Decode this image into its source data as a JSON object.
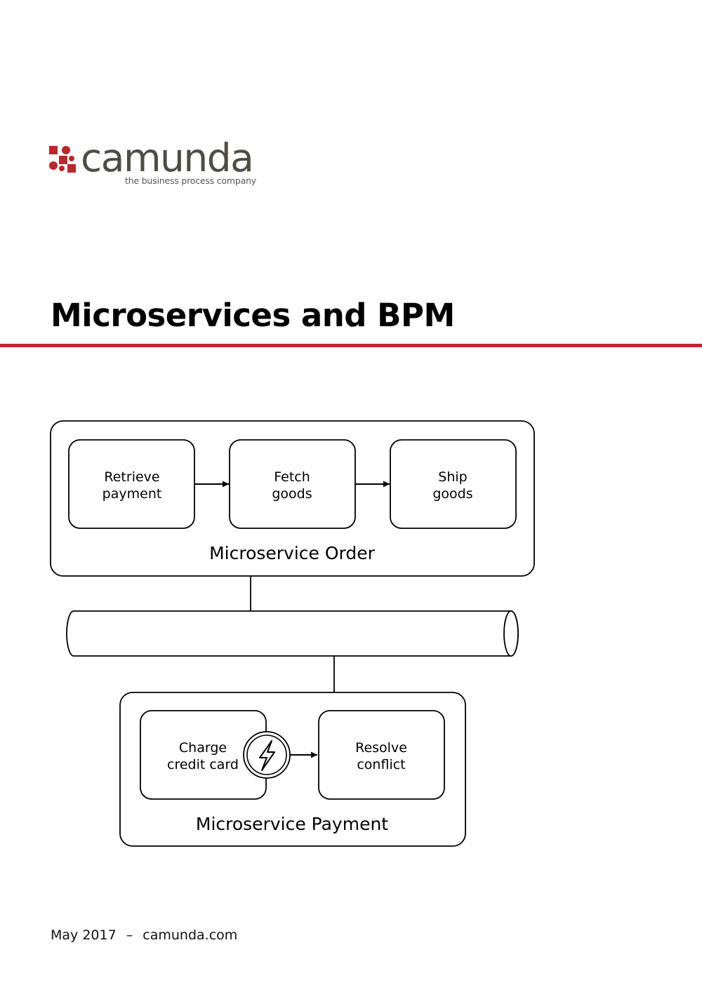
{
  "logo": {
    "wordmark": "camunda",
    "tagline": "the business process company",
    "brand_color": "#b8282f",
    "text_color": "#4e4c44"
  },
  "title": "Microservices and BPM",
  "accent_color": "#b8282f",
  "diagram": {
    "order_service": {
      "label": "Microservice Order",
      "tasks": [
        {
          "line1": "Retrieve",
          "line2": "payment"
        },
        {
          "line1": "Fetch",
          "line2": "goods"
        },
        {
          "line1": "Ship",
          "line2": "goods"
        }
      ]
    },
    "payment_service": {
      "label": "Microservice Payment",
      "tasks": [
        {
          "line1": "Charge",
          "line2": "credit card"
        },
        {
          "line1": "Resolve",
          "line2": "conflict"
        }
      ],
      "boundary_event_icon": "lightning-bolt-icon"
    },
    "message_bus_icon": "pipe-cylinder-icon"
  },
  "footer": {
    "date": "May 2017",
    "separator": "–",
    "site": "camunda.com"
  }
}
